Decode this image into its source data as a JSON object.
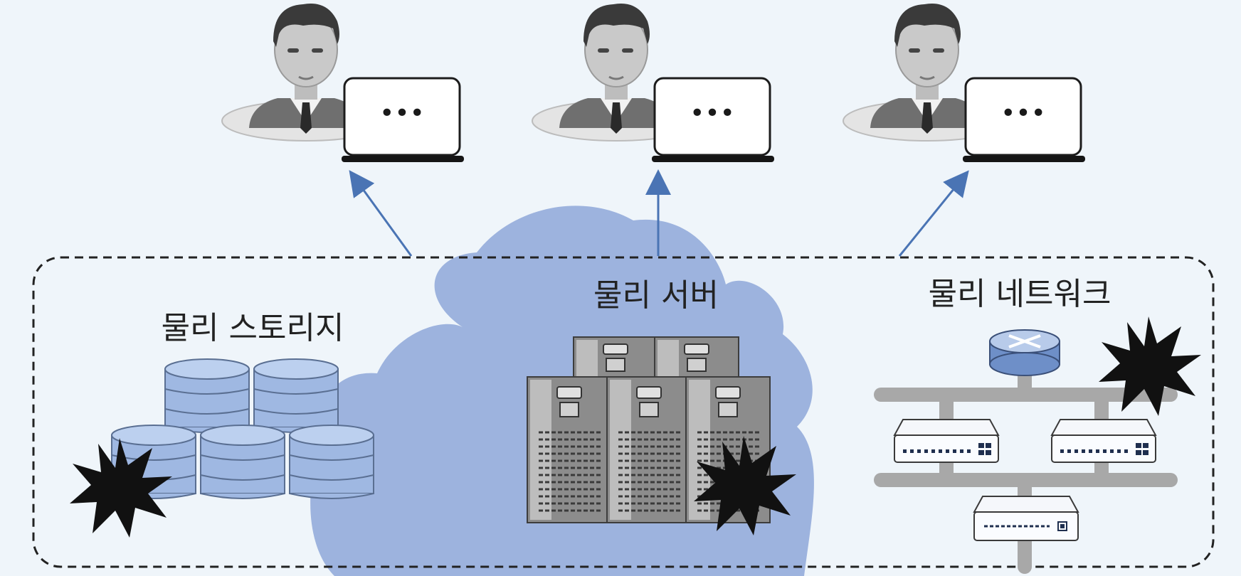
{
  "sections": {
    "storage": {
      "label": "물리 스토리지"
    },
    "server": {
      "label": "물리 서버"
    },
    "network": {
      "label": "물리 네트워크"
    }
  },
  "users": [
    {
      "screen_text": "•••"
    },
    {
      "screen_text": "•••"
    },
    {
      "screen_text": "•••"
    }
  ],
  "colors": {
    "background": "#eff5fa",
    "cloud": "#9db3de",
    "arrow": "#4a74b4",
    "boundary": "#222222",
    "disk": "#9fb8e2",
    "server": "#8a8a8a",
    "burst": "#111111"
  },
  "icons": [
    "user-icon",
    "laptop-icon",
    "database-icon",
    "server-rack-icon",
    "router-icon",
    "switch-icon",
    "failure-burst-icon"
  ]
}
